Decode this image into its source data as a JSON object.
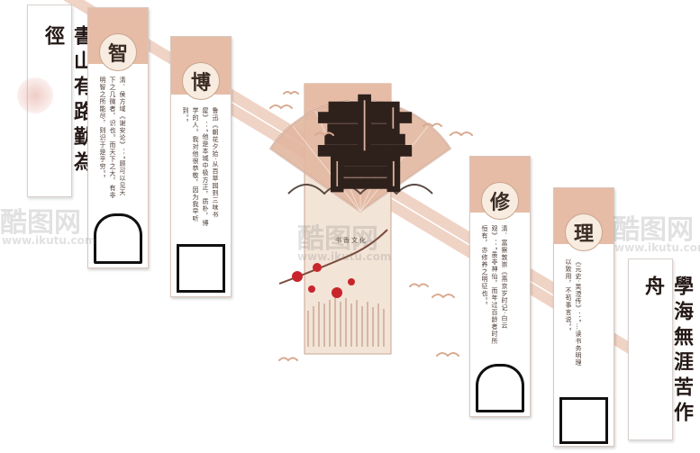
{
  "left_banner": {
    "text": "書山有路勤為徑"
  },
  "right_banner": {
    "text": "學海無涯苦作舟"
  },
  "panels": [
    {
      "char": "智",
      "text": "清．侯方域《谢安论》：“顾可以见天下之几微者，识也。而天下之大，有非明智之所能尽，则识于是乎穷。”"
    },
    {
      "char": "博",
      "text": "鲁迅《朝花夕拾·从百草园到三味书屋》：“他是本城中极方正，质朴，博学的人。我对他很恭敬，因为我早听到。”"
    },
    {
      "char": "修",
      "text": "清．富察敦崇《燕京岁时记·白云观》：“虽非神仙，而年过百龄者时所恒有，亦修养之明征也。”"
    },
    {
      "char": "理",
      "text": "《元史·吴澄传》：“…读书务明理以致用，不苟事言说。”"
    }
  ],
  "center": {
    "char": "書",
    "caption": "书香文化"
  },
  "watermark": {
    "brand": "酷图网",
    "url": "www.ikutu.com"
  }
}
